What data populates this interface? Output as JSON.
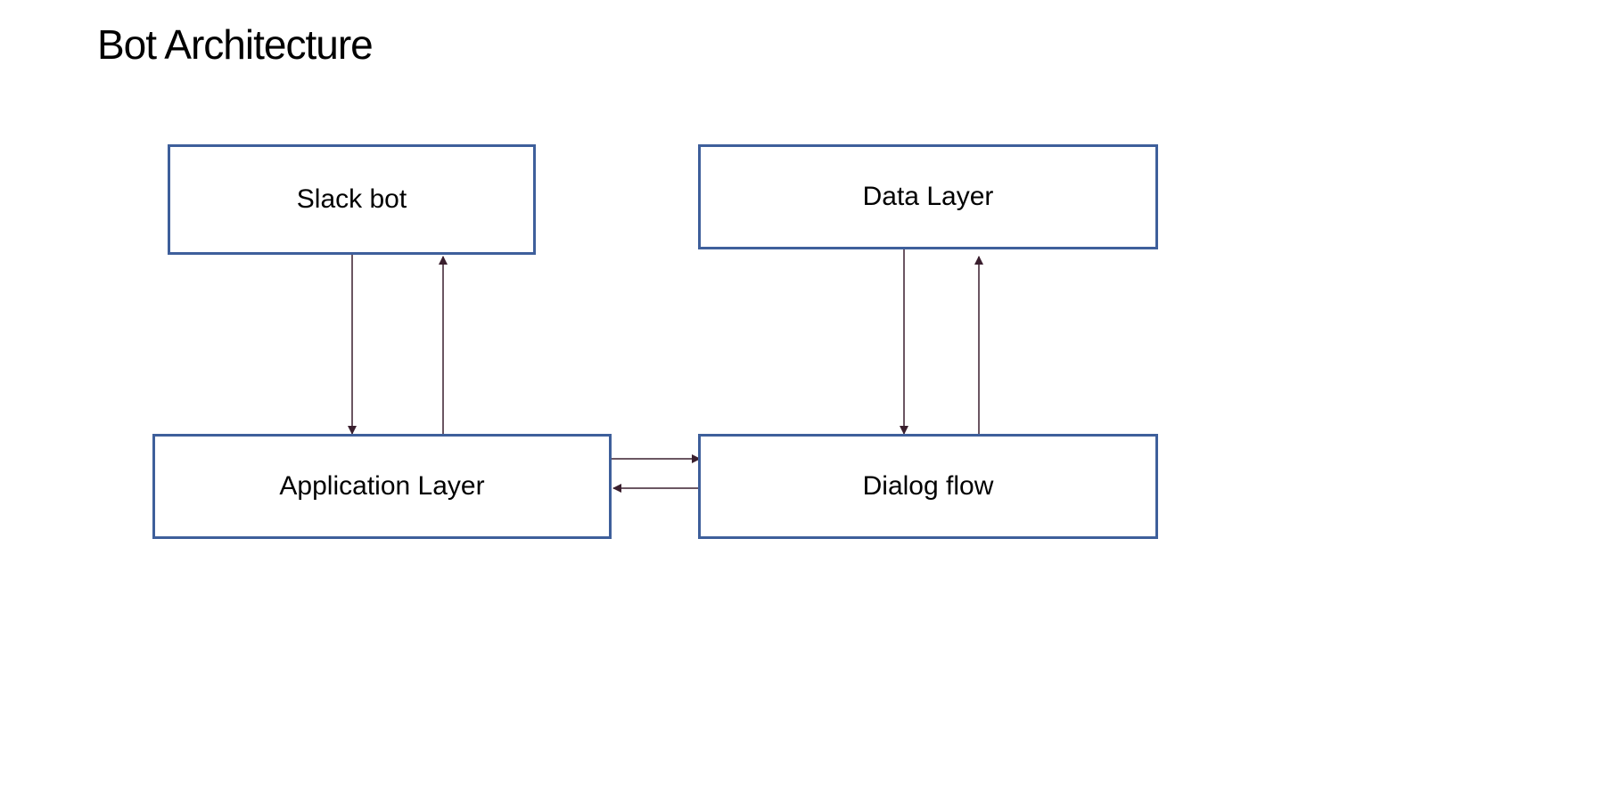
{
  "title": "Bot Architecture",
  "nodes": {
    "slack_bot": "Slack bot",
    "data_layer": "Data Layer",
    "application_layer": "Application Layer",
    "dialog_flow": "Dialog flow"
  },
  "colors": {
    "box_border": "#3E5F9B",
    "arrow": "#3A1F2E",
    "text": "#000000"
  },
  "edges": [
    {
      "from": "slack_bot",
      "to": "application_layer"
    },
    {
      "from": "application_layer",
      "to": "slack_bot"
    },
    {
      "from": "data_layer",
      "to": "dialog_flow"
    },
    {
      "from": "dialog_flow",
      "to": "data_layer"
    },
    {
      "from": "application_layer",
      "to": "dialog_flow"
    },
    {
      "from": "dialog_flow",
      "to": "application_layer"
    }
  ]
}
